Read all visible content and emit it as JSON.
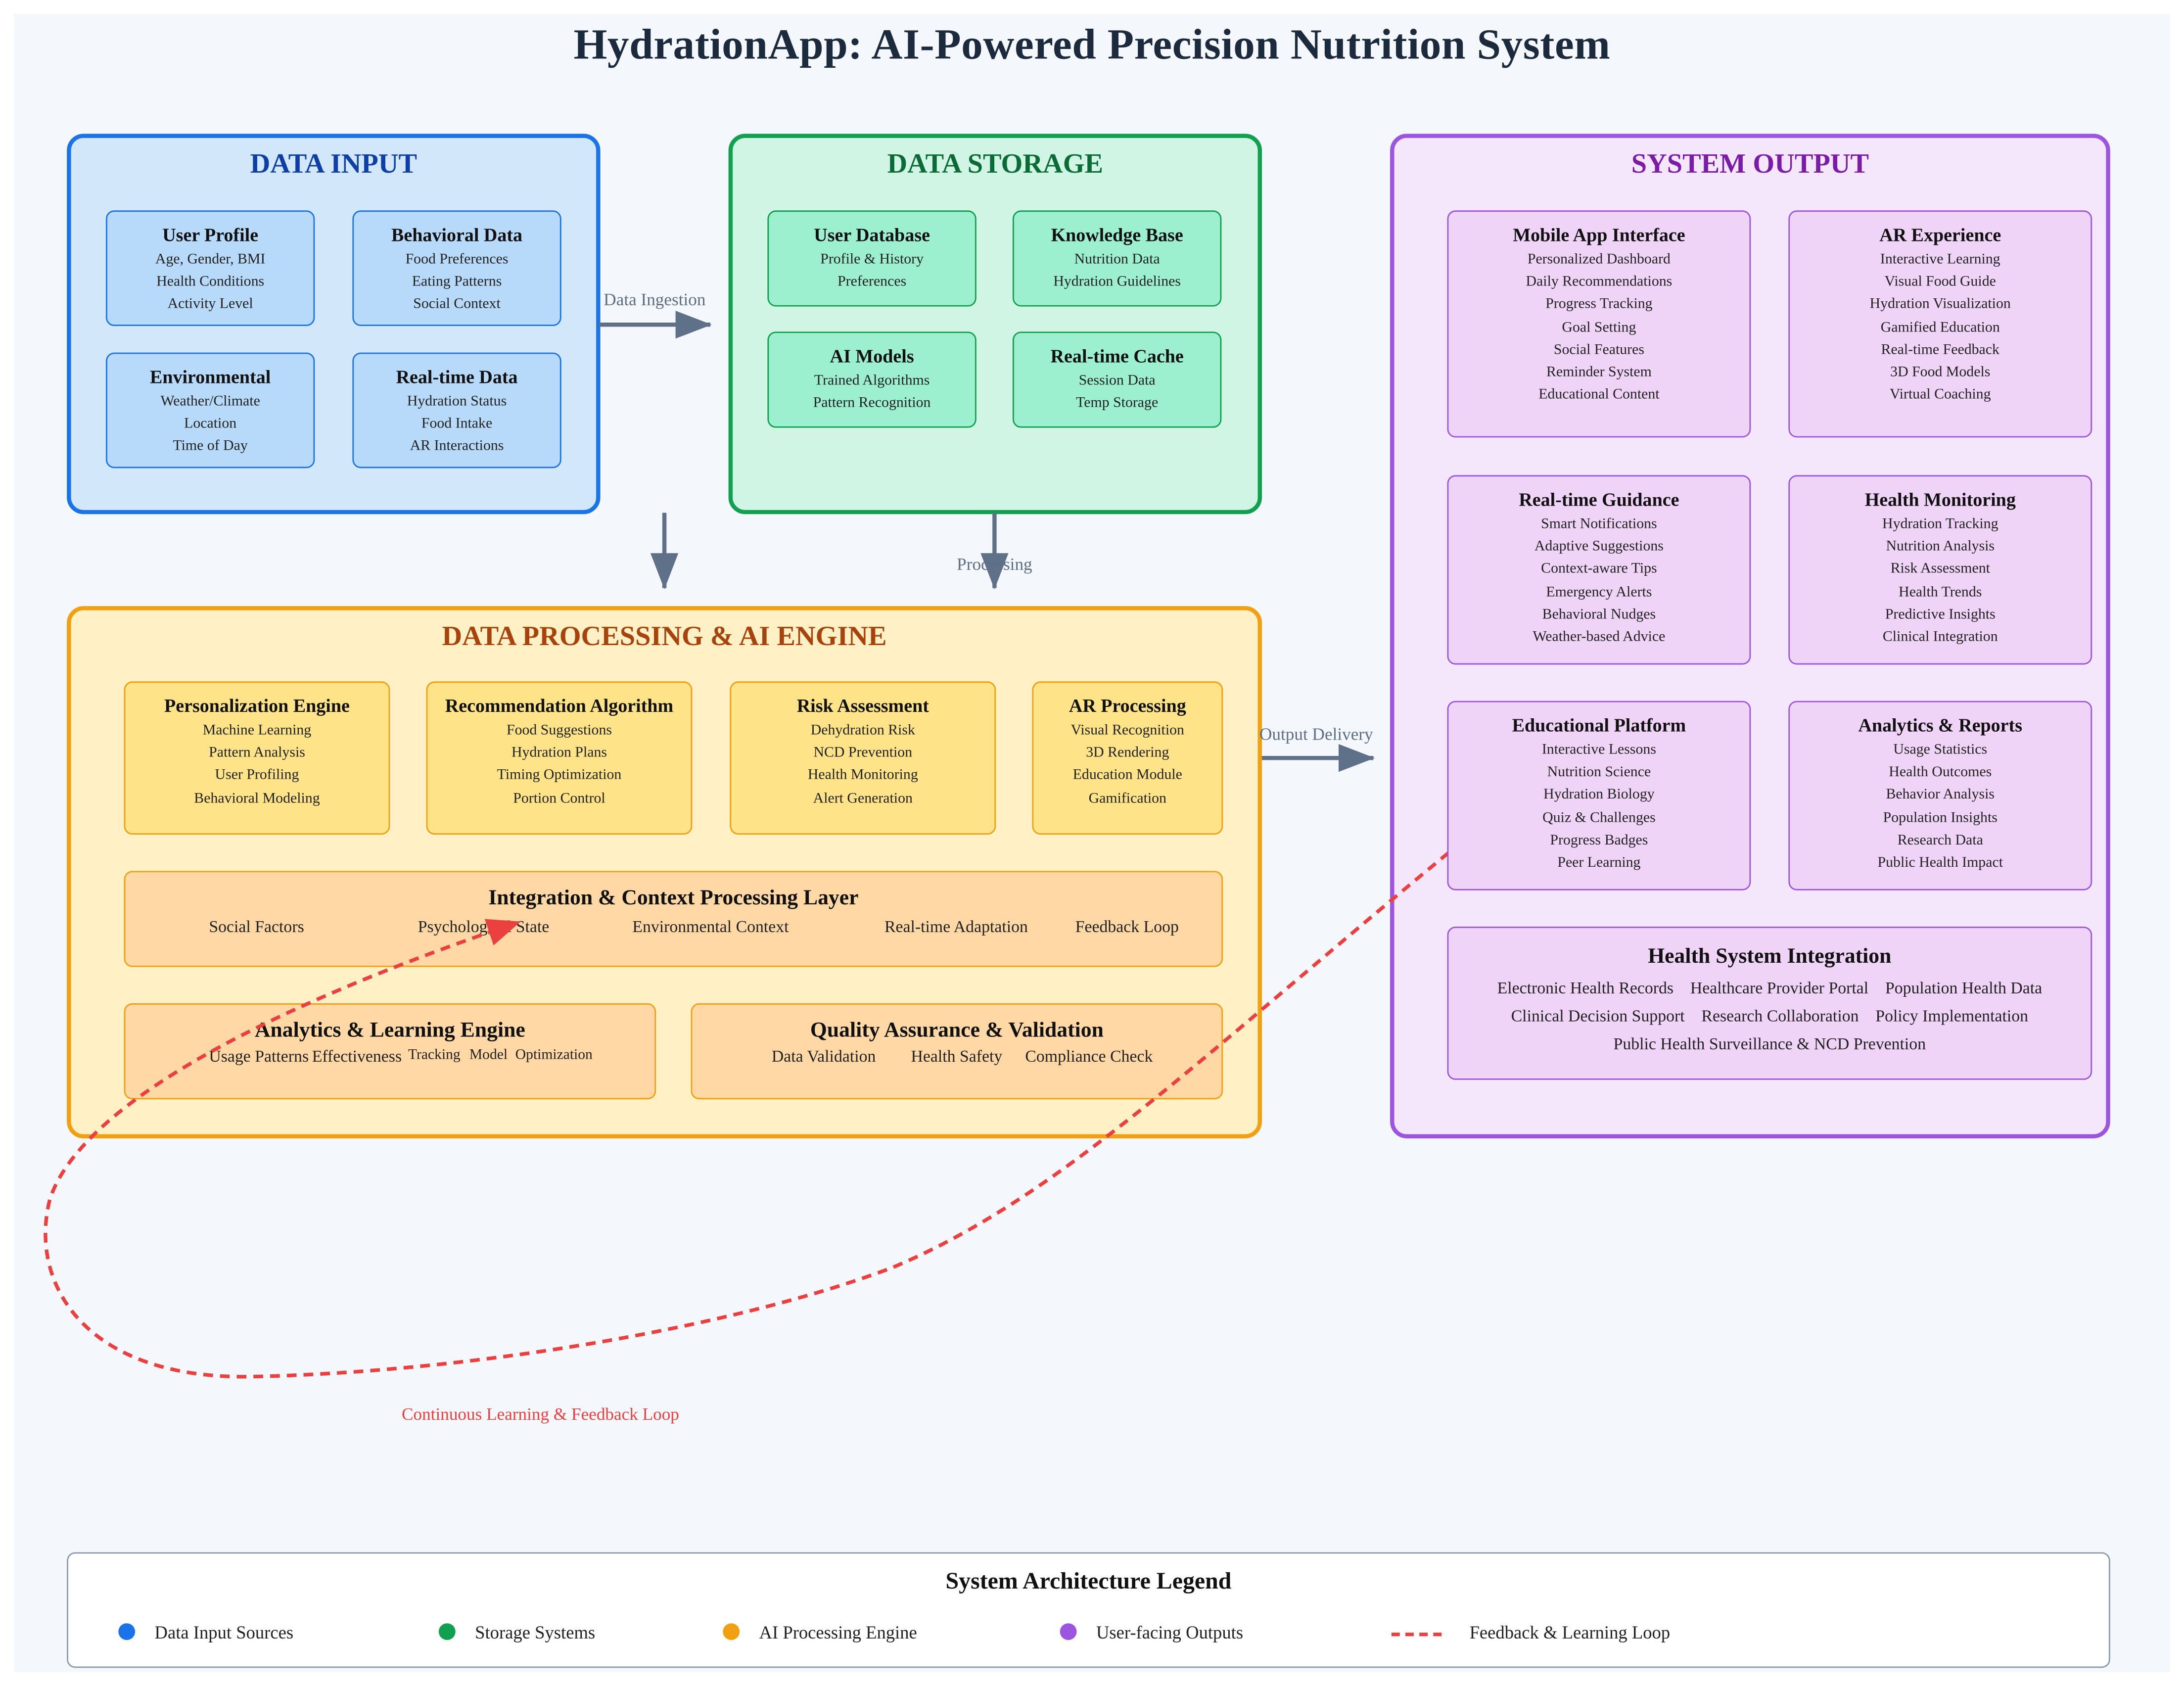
{
  "title": "HydrationApp: AI-Powered Precision Nutrition System",
  "colors": {
    "input": "#1a73e8",
    "input_fill": "#d3e7fb",
    "input_card": "#b8dafa",
    "storage": "#10a050",
    "storage_fill": "#d1f5e4",
    "storage_card": "#9cf0cf",
    "processing": "#f0a010",
    "processing_fill": "#fff0c6",
    "processing_card": "#ffe388",
    "processing_band": "#ffd8a6",
    "output": "#9b55e0",
    "output_fill": "#f5e7fb",
    "output_card": "#efd4f8",
    "arrow": "#5f7189",
    "feedback": "#ea4040"
  },
  "data_input": {
    "title": "DATA INPUT",
    "cards": [
      {
        "title": "User Profile",
        "lines": [
          "Age, Gender, BMI",
          "Health Conditions",
          "Activity Level"
        ]
      },
      {
        "title": "Behavioral Data",
        "lines": [
          "Food Preferences",
          "Eating Patterns",
          "Social Context"
        ]
      },
      {
        "title": "Environmental",
        "lines": [
          "Weather/Climate",
          "Location",
          "Time of Day"
        ]
      },
      {
        "title": "Real-time Data",
        "lines": [
          "Hydration Status",
          "Food Intake",
          "AR Interactions"
        ]
      }
    ]
  },
  "data_storage": {
    "title": "DATA STORAGE",
    "cards": [
      {
        "title": "User Database",
        "lines": [
          "Profile & History",
          "Preferences"
        ]
      },
      {
        "title": "Knowledge Base",
        "lines": [
          "Nutrition Data",
          "Hydration Guidelines"
        ]
      },
      {
        "title": "AI Models",
        "lines": [
          "Trained Algorithms",
          "Pattern Recognition"
        ]
      },
      {
        "title": "Real-time Cache",
        "lines": [
          "Session Data",
          "Temp Storage"
        ]
      }
    ]
  },
  "processing": {
    "title": "DATA PROCESSING & AI ENGINE",
    "cards": [
      {
        "title": "Personalization Engine",
        "lines": [
          "Machine Learning",
          "Pattern Analysis",
          "User Profiling",
          "Behavioral Modeling"
        ]
      },
      {
        "title": "Recommendation Algorithm",
        "lines": [
          "Food Suggestions",
          "Hydration Plans",
          "Timing Optimization",
          "Portion Control"
        ]
      },
      {
        "title": "Risk Assessment",
        "lines": [
          "Dehydration Risk",
          "NCD Prevention",
          "Health Monitoring",
          "Alert Generation"
        ]
      },
      {
        "title": "AR Processing",
        "lines": [
          "Visual Recognition",
          "3D Rendering",
          "Education Module",
          "Gamification"
        ]
      }
    ],
    "integration": {
      "title": "Integration & Context Processing Layer",
      "items": [
        "Social Factors",
        "Psychological State",
        "Environmental Context",
        "Real-time Adaptation",
        "Feedback Loop"
      ]
    },
    "analytics": {
      "title": "Analytics & Learning Engine",
      "items": [
        "Usage Patterns",
        "Effectiveness",
        "Tracking",
        "Model",
        "Optimization"
      ]
    },
    "qa": {
      "title": "Quality Assurance & Validation",
      "items": [
        "Data Validation",
        "Health Safety",
        "Compliance Check"
      ]
    }
  },
  "output": {
    "title": "SYSTEM OUTPUT",
    "cards": [
      {
        "title": "Mobile App Interface",
        "lines": [
          "Personalized Dashboard",
          "Daily Recommendations",
          "Progress Tracking",
          "Goal Setting",
          "Social Features",
          "Reminder System",
          "Educational Content"
        ]
      },
      {
        "title": "AR Experience",
        "lines": [
          "Interactive Learning",
          "Visual Food Guide",
          "Hydration Visualization",
          "Gamified Education",
          "Real-time Feedback",
          "3D Food Models",
          "Virtual Coaching"
        ]
      },
      {
        "title": "Real-time Guidance",
        "lines": [
          "Smart Notifications",
          "Adaptive Suggestions",
          "Context-aware Tips",
          "Emergency Alerts",
          "Behavioral Nudges",
          "Weather-based Advice"
        ]
      },
      {
        "title": "Health Monitoring",
        "lines": [
          "Hydration Tracking",
          "Nutrition Analysis",
          "Risk Assessment",
          "Health Trends",
          "Predictive Insights",
          "Clinical Integration"
        ]
      },
      {
        "title": "Educational Platform",
        "lines": [
          "Interactive Lessons",
          "Nutrition Science",
          "Hydration Biology",
          "Quiz & Challenges",
          "Progress Badges",
          "Peer Learning"
        ]
      },
      {
        "title": "Analytics & Reports",
        "lines": [
          "Usage Statistics",
          "Health Outcomes",
          "Behavior Analysis",
          "Population Insights",
          "Research Data",
          "Public Health Impact"
        ]
      }
    ],
    "health_system": {
      "title": "Health System Integration",
      "rows": [
        [
          "Electronic Health Records",
          "Healthcare Provider Portal",
          "Population Health Data"
        ],
        [
          "Clinical Decision Support",
          "Research Collaboration",
          "Policy Implementation"
        ],
        [
          "Public Health Surveillance & NCD Prevention"
        ]
      ]
    }
  },
  "connectors": {
    "ingestion": "Data Ingestion",
    "processing": "Processing",
    "delivery": "Output Delivery",
    "feedback": "Continuous Learning & Feedback Loop"
  },
  "legend": {
    "title": "System Architecture Legend",
    "items": [
      {
        "label": "Data Input Sources",
        "color": "#1a73e8"
      },
      {
        "label": "Storage Systems",
        "color": "#10a050"
      },
      {
        "label": "AI Processing Engine",
        "color": "#f0a010"
      },
      {
        "label": "User-facing Outputs",
        "color": "#9b55e0"
      },
      {
        "label": "Feedback & Learning Loop",
        "color": "#ea4040"
      }
    ]
  }
}
